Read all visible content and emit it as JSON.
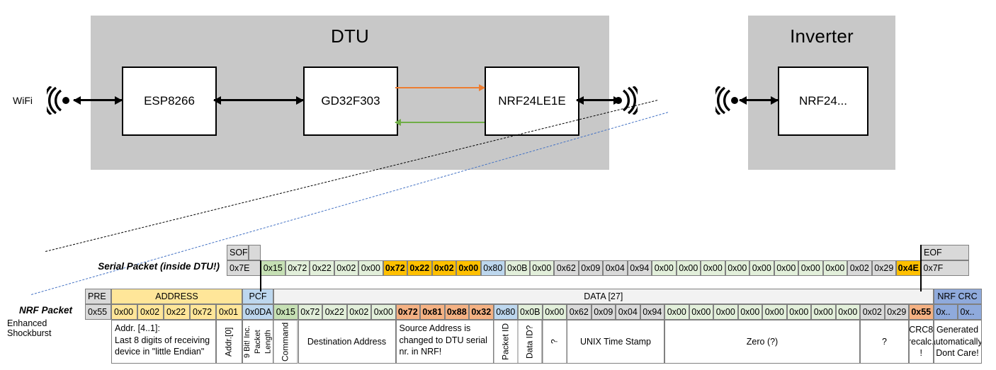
{
  "diagram": {
    "dtu": {
      "title": "DTU",
      "chips": [
        "ESP8266",
        "GD32F303",
        "NRF24LE1E"
      ],
      "wifi_label": "WiFi",
      "arrow_to_nrf_color": "#ED7D31",
      "arrow_from_nrf_color": "#70AD47"
    },
    "inverter": {
      "title": "Inverter",
      "chips": [
        "NRF24..."
      ]
    }
  },
  "serial_packet": {
    "label": "Serial Packet (inside DTU!)",
    "header": [
      {
        "text": "SOF",
        "style": "grey",
        "span": 1
      },
      {
        "text": "",
        "style": "grey",
        "span": 1
      }
    ],
    "sof": "0x7E",
    "eof_header": "EOF",
    "eof": "0x7F",
    "bytes": [
      {
        "v": "0x15",
        "style": "green-d",
        "bold": false
      },
      {
        "v": "0x72",
        "style": "green-l",
        "bold": false
      },
      {
        "v": "0x22",
        "style": "green-l",
        "bold": false
      },
      {
        "v": "0x02",
        "style": "green-l",
        "bold": false
      },
      {
        "v": "0x00",
        "style": "green-l",
        "bold": false
      },
      {
        "v": "0x72",
        "style": "orange",
        "bold": true
      },
      {
        "v": "0x22",
        "style": "orange",
        "bold": true
      },
      {
        "v": "0x02",
        "style": "orange",
        "bold": true
      },
      {
        "v": "0x00",
        "style": "orange",
        "bold": true
      },
      {
        "v": "0x80",
        "style": "blue-l",
        "bold": false
      },
      {
        "v": "0x0B",
        "style": "green-l",
        "bold": false
      },
      {
        "v": "0x00",
        "style": "green-l",
        "bold": false
      },
      {
        "v": "0x62",
        "style": "grey",
        "bold": false
      },
      {
        "v": "0x09",
        "style": "grey",
        "bold": false
      },
      {
        "v": "0x04",
        "style": "grey",
        "bold": false
      },
      {
        "v": "0x94",
        "style": "grey",
        "bold": false
      },
      {
        "v": "0x00",
        "style": "green-l",
        "bold": false
      },
      {
        "v": "0x00",
        "style": "green-l",
        "bold": false
      },
      {
        "v": "0x00",
        "style": "green-l",
        "bold": false
      },
      {
        "v": "0x00",
        "style": "green-l",
        "bold": false
      },
      {
        "v": "0x00",
        "style": "green-l",
        "bold": false
      },
      {
        "v": "0x00",
        "style": "green-l",
        "bold": false
      },
      {
        "v": "0x00",
        "style": "green-l",
        "bold": false
      },
      {
        "v": "0x00",
        "style": "green-l",
        "bold": false
      },
      {
        "v": "0x02",
        "style": "grey",
        "bold": false
      },
      {
        "v": "0x29",
        "style": "grey",
        "bold": false
      },
      {
        "v": "0x4E",
        "style": "orange",
        "bold": true
      }
    ]
  },
  "nrf_packet": {
    "label": "NRF Packet",
    "sublabel": "Enhanced Shockburst",
    "header": [
      {
        "text": "PRE",
        "style": "grey",
        "cols": 1
      },
      {
        "text": "ADDRESS",
        "style": "yellow",
        "cols": 5
      },
      {
        "text": "PCF",
        "style": "blue-l",
        "cols": 1
      },
      {
        "text": "DATA [27]",
        "style": "hdr-blank",
        "cols": 27
      },
      {
        "text": "NRF CRC",
        "style": "blue-m",
        "cols": 2
      }
    ],
    "pre": "0x55",
    "address": [
      "0x00",
      "0x02",
      "0x22",
      "0x72",
      "0x01"
    ],
    "pcf": "0x0DA",
    "bytes": [
      {
        "v": "0x15",
        "style": "green-d",
        "bold": false
      },
      {
        "v": "0x72",
        "style": "green-l",
        "bold": false
      },
      {
        "v": "0x22",
        "style": "green-l",
        "bold": false
      },
      {
        "v": "0x02",
        "style": "green-l",
        "bold": false
      },
      {
        "v": "0x00",
        "style": "green-l",
        "bold": false
      },
      {
        "v": "0x72",
        "style": "salmon",
        "bold": true
      },
      {
        "v": "0x81",
        "style": "salmon",
        "bold": true
      },
      {
        "v": "0x88",
        "style": "salmon",
        "bold": true
      },
      {
        "v": "0x32",
        "style": "salmon",
        "bold": true
      },
      {
        "v": "0x80",
        "style": "blue-l",
        "bold": false
      },
      {
        "v": "0x0B",
        "style": "green-l",
        "bold": false
      },
      {
        "v": "0x00",
        "style": "green-l",
        "bold": false
      },
      {
        "v": "0x62",
        "style": "grey",
        "bold": false
      },
      {
        "v": "0x09",
        "style": "grey",
        "bold": false
      },
      {
        "v": "0x04",
        "style": "grey",
        "bold": false
      },
      {
        "v": "0x94",
        "style": "grey",
        "bold": false
      },
      {
        "v": "0x00",
        "style": "green-l",
        "bold": false
      },
      {
        "v": "0x00",
        "style": "green-l",
        "bold": false
      },
      {
        "v": "0x00",
        "style": "green-l",
        "bold": false
      },
      {
        "v": "0x00",
        "style": "green-l",
        "bold": false
      },
      {
        "v": "0x00",
        "style": "green-l",
        "bold": false
      },
      {
        "v": "0x00",
        "style": "green-l",
        "bold": false
      },
      {
        "v": "0x00",
        "style": "green-l",
        "bold": false
      },
      {
        "v": "0x00",
        "style": "green-l",
        "bold": false
      },
      {
        "v": "0x02",
        "style": "grey",
        "bold": false
      },
      {
        "v": "0x29",
        "style": "grey",
        "bold": false
      },
      {
        "v": "0x55",
        "style": "salmon",
        "bold": true
      }
    ],
    "crc": [
      "0x..",
      "0x.."
    ],
    "descriptions": [
      {
        "text": "Addr. [4..1]:\nLast 8 digits of receiving device in \"little Endian\"",
        "mode": "left",
        "style": "white"
      },
      {
        "text": "Addr.[0]",
        "mode": "vert",
        "style": "white"
      },
      {
        "text": "9 Bit!\nInc. Packet Length",
        "mode": "vert2",
        "style": "white"
      },
      {
        "text": "Command",
        "mode": "vert",
        "style": "white"
      },
      {
        "text": "Destination Address",
        "mode": "center",
        "style": "white"
      },
      {
        "text": "Source Address is changed to DTU serial nr. in NRF!",
        "mode": "left",
        "style": "salmon-l"
      },
      {
        "text": "Packet ID",
        "mode": "vert",
        "style": "white"
      },
      {
        "text": "Data ID?",
        "mode": "vert",
        "style": "white"
      },
      {
        "text": "?",
        "mode": "vert",
        "style": "white"
      },
      {
        "text": "UNIX Time Stamp",
        "mode": "center",
        "style": "white"
      },
      {
        "text": "Zero (?)",
        "mode": "center",
        "style": "white"
      },
      {
        "text": "?",
        "mode": "center",
        "style": "white"
      },
      {
        "text": "CRC8 recalc. !",
        "mode": "center",
        "style": "salmon-l"
      },
      {
        "text": "Generated automatically. Dont Care!",
        "mode": "center",
        "style": "white"
      }
    ]
  }
}
